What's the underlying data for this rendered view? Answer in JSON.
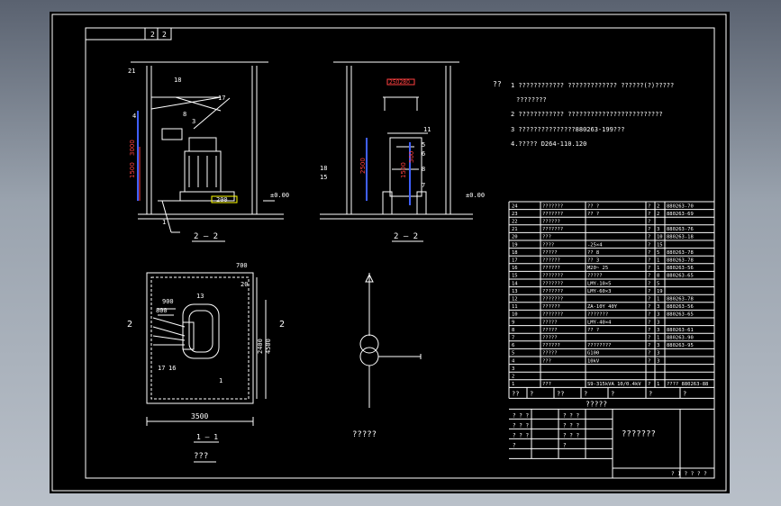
{
  "title_block_top": {
    "a": "2",
    "b": "2"
  },
  "notes": {
    "label": "??",
    "line1": "1  ????????????  ?????????????  ??????(?)?????",
    "line1b": "????????",
    "line2": "2  ????????????  ?????????????????????????",
    "line3": "3  ???????????????880263-199???",
    "line4": "4.?????    D264-110.120"
  },
  "section_left": {
    "label": "2 — 2",
    "dim_3000": "3000",
    "dim_1500": "1500",
    "dim_200": "200",
    "level": "±0.00",
    "tags": [
      "21",
      "4",
      "8",
      "18",
      "17",
      "3",
      "1"
    ]
  },
  "section_right": {
    "label": "2 — 2",
    "dim_top": "250280",
    "dim_2500": "2500",
    "dim_1500": "1500",
    "dim_500": "500",
    "level": "±0.00",
    "tags": [
      "11",
      "5",
      "6",
      "8",
      "7",
      "18",
      "15"
    ]
  },
  "plan": {
    "label": "1 — 1",
    "caption": "???",
    "dim_700": "700",
    "dim_900": "900",
    "dim_800": "800",
    "dim_2400": "2400",
    "dim_4500": "4500",
    "dim_3500": "3500",
    "side_mark": "2",
    "tags": [
      "20",
      "13",
      "17",
      "16",
      "1"
    ]
  },
  "symbol_caption": "?????",
  "parts_table": {
    "rows": [
      [
        "24",
        "???????",
        "?? ?",
        "?",
        "2",
        "880263-70"
      ],
      [
        "23",
        "???????",
        "?? ?",
        "?",
        "2",
        "880263-69"
      ],
      [
        "22",
        "??????",
        "",
        "?",
        "",
        ""
      ],
      [
        "21",
        "???????",
        "",
        "?",
        "3",
        "880263-76"
      ],
      [
        "20",
        "???",
        "",
        "?",
        "10",
        "880263-18"
      ],
      [
        "19",
        "????",
        "-25×4",
        "?",
        "15",
        ""
      ],
      [
        "18",
        "?????",
        "?? 8",
        "?",
        "5",
        "880263-78"
      ],
      [
        "17",
        "??????",
        "?? 3",
        "?",
        "1",
        "880263-78"
      ],
      [
        "16",
        "??????",
        "M20~ 25",
        "?",
        "1",
        "880263-56"
      ],
      [
        "15",
        "???????",
        "?????",
        "?",
        "8",
        "880263-65"
      ],
      [
        "14",
        "???????",
        "LMY-10×5",
        "?",
        "5",
        ""
      ],
      [
        "13",
        "???????",
        "LMY-60×3",
        "?",
        "19",
        ""
      ],
      [
        "12",
        "???????",
        "",
        "?",
        "1",
        "880263-78"
      ],
      [
        "11",
        "??????",
        "ZA-10Y  40Y",
        "?",
        "3",
        "880263-56"
      ],
      [
        "10",
        "???????",
        "???????",
        "?",
        "3",
        "880263-65"
      ],
      [
        "9",
        "?????",
        "LMY-40×4",
        "?",
        "3",
        ""
      ],
      [
        "8",
        "?????",
        "?? ?",
        "?",
        "3",
        "880263-61"
      ],
      [
        "7",
        "?????",
        "",
        "?",
        "1",
        "880263-90"
      ],
      [
        "6",
        "??????",
        "????????",
        "?",
        "3",
        "880263-95"
      ],
      [
        "5",
        "?????",
        "G100",
        "?",
        "3",
        ""
      ],
      [
        "4",
        "???",
        "10kV",
        "?",
        "3",
        ""
      ],
      [
        "3",
        "",
        "",
        "",
        "",
        ""
      ],
      [
        "2",
        "",
        "",
        "",
        "",
        ""
      ],
      [
        "1",
        "???",
        "S9-315kVA  10/0.4kV",
        "?",
        "1",
        "????  880263-88"
      ]
    ],
    "header": [
      "??",
      "?",
      "??",
      "?",
      "?",
      "?",
      "?"
    ],
    "footer_title": "?????",
    "sheet_title": "???????",
    "stamp": [
      "? ? ?",
      "? ? ?",
      "? ? ?",
      "? ? ?",
      "? ? ?",
      "? ? ?",
      "?",
      "?"
    ],
    "sheet_no": "? 1 ? ?  ? ?"
  }
}
